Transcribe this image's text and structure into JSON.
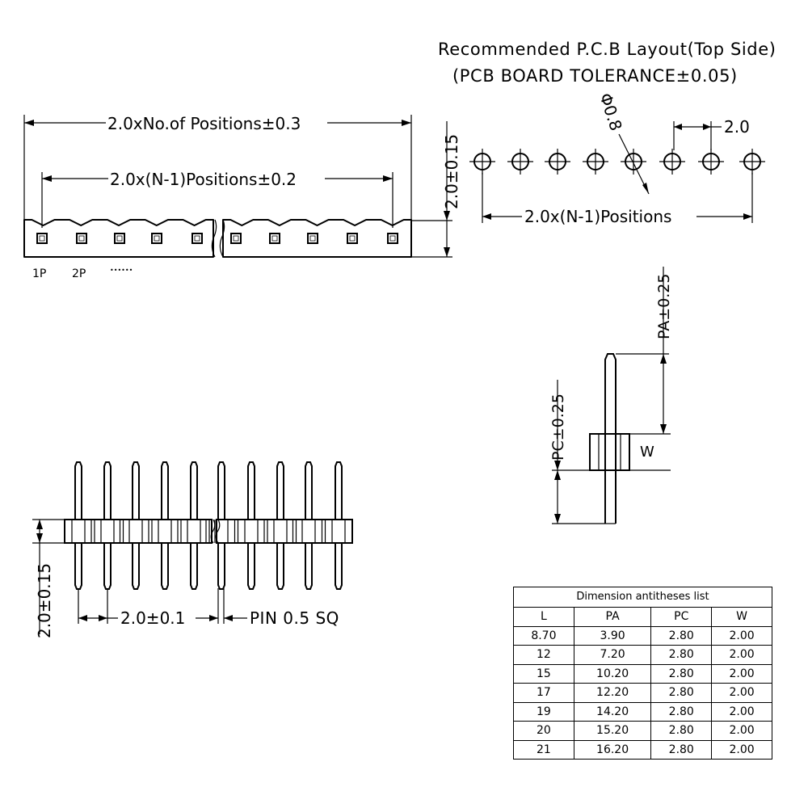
{
  "pcb_layout": {
    "title": "Recommended P.C.B Layout(Top Side)",
    "tolerance": "(PCB BOARD TOLERANCE±0.05)",
    "hole_diameter": "Φ0.8",
    "pitch": "2.0",
    "span": "2.0x(N-1)Positions"
  },
  "top_view": {
    "overall_length": "2.0xNo.of Positions±0.3",
    "pin_span": "2.0x(N-1)Positions±0.2",
    "height": "2.0±0.15",
    "pin1_label": "1P",
    "pin2_label": "2P",
    "ellipsis": "••••••"
  },
  "side_view": {
    "pa": "PA±0.25",
    "pc": "PC±0.25",
    "w": "W"
  },
  "front_view": {
    "height": "2.0±0.15",
    "pitch": "2.0±0.1",
    "pin_size": "PIN 0.5 SQ"
  },
  "table": {
    "title": "Dimension antitheses list",
    "headers": [
      "L",
      "PA",
      "PC",
      "W"
    ],
    "rows": [
      [
        "8.70",
        "3.90",
        "2.80",
        "2.00"
      ],
      [
        "12",
        "7.20",
        "2.80",
        "2.00"
      ],
      [
        "15",
        "10.20",
        "2.80",
        "2.00"
      ],
      [
        "17",
        "12.20",
        "2.80",
        "2.00"
      ],
      [
        "19",
        "14.20",
        "2.80",
        "2.00"
      ],
      [
        "20",
        "15.20",
        "2.80",
        "2.00"
      ],
      [
        "21",
        "16.20",
        "2.80",
        "2.00"
      ]
    ]
  }
}
